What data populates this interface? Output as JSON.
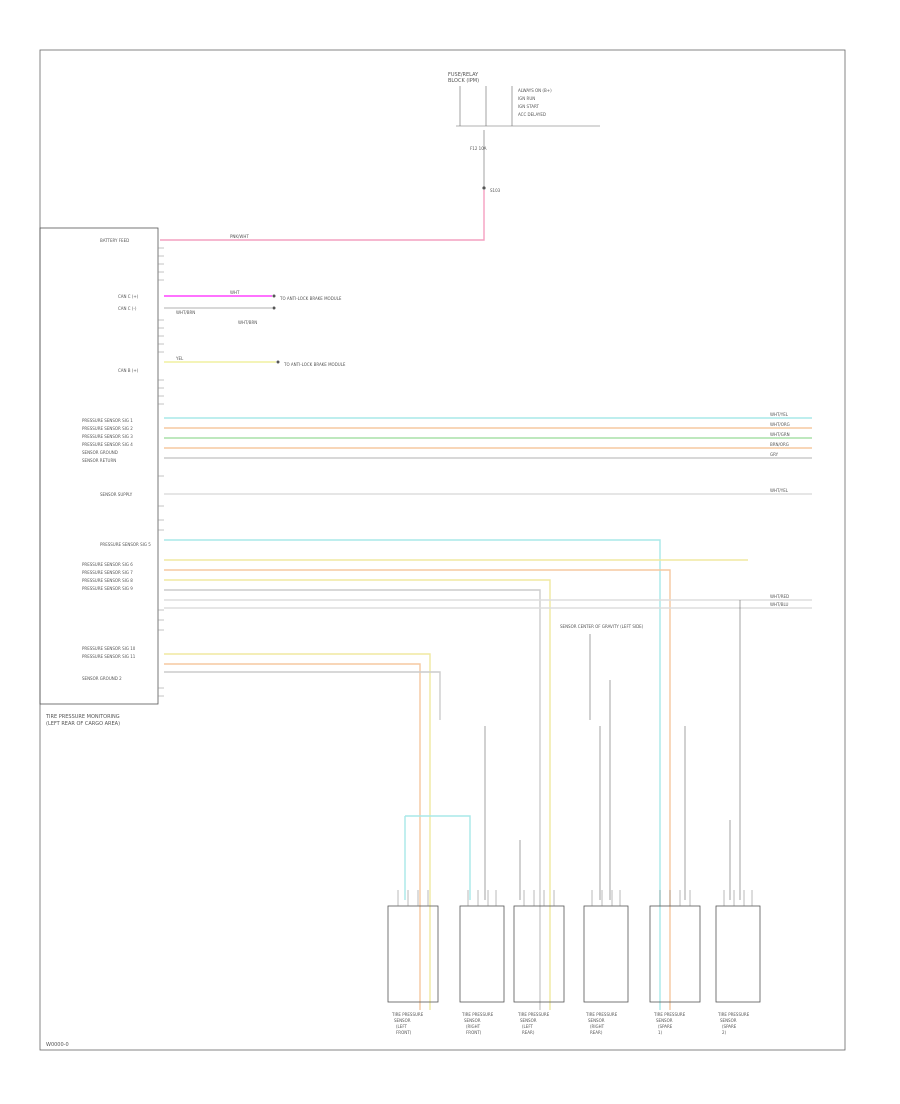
{
  "diagram": {
    "footer_code": "W0000-0",
    "module_label_1": "TIRE PRESSURE MONITORING",
    "module_label_2": "(LEFT REAR OF CARGO AREA)",
    "fuse_block_title_1": "FUSE/RELAY",
    "fuse_block_title_2": "BLOCK (IPM)",
    "fuse_notes": [
      "ALWAYS ON (B+)",
      "IGN RUN",
      "IGN START",
      "ACC DELAYED"
    ],
    "fuse_label": "F12 10A",
    "splice_label": "S103",
    "module_pins": [
      {
        "label": "BATTERY FEED",
        "name": "pin-battery-feed"
      },
      {
        "label": "CAN C (+)",
        "name": "pin-can-c-plus"
      },
      {
        "label": "CAN C (-)",
        "name": "pin-can-c-minus"
      },
      {
        "label": "CAN B (+)",
        "name": "pin-can-b"
      },
      {
        "label": "PRESSURE SENSOR SIG 1",
        "name": "pin-sensor-sig-1"
      },
      {
        "label": "PRESSURE SENSOR SIG 2",
        "name": "pin-sensor-sig-2"
      },
      {
        "label": "PRESSURE SENSOR SIG 3",
        "name": "pin-sensor-sig-3"
      },
      {
        "label": "PRESSURE SENSOR SIG 4",
        "name": "pin-sensor-sig-4"
      },
      {
        "label": "SENSOR GROUND",
        "name": "pin-sensor-ground"
      },
      {
        "label": "SENSOR RETURN",
        "name": "pin-sensor-return"
      },
      {
        "label": "SENSOR SUPPLY",
        "name": "pin-sensor-supply"
      },
      {
        "label": "PRESSURE SENSOR SIG 5",
        "name": "pin-sensor-sig-5"
      },
      {
        "label": "PRESSURE SENSOR SIG 6",
        "name": "pin-sensor-sig-6"
      },
      {
        "label": "PRESSURE SENSOR SIG 7",
        "name": "pin-sensor-sig-7"
      },
      {
        "label": "PRESSURE SENSOR SIG 8",
        "name": "pin-sensor-sig-8"
      },
      {
        "label": "PRESSURE SENSOR SIG 9",
        "name": "pin-sensor-sig-9"
      },
      {
        "label": "PRESSURE SENSOR SIG 10",
        "name": "pin-sensor-sig-10"
      },
      {
        "label": "PRESSURE SENSOR SIG 11",
        "name": "pin-sensor-sig-11"
      },
      {
        "label": "SENSOR GROUND 2",
        "name": "pin-sensor-ground-2"
      }
    ],
    "wire_labels": {
      "battery": "PNK/WHT",
      "can_c_plus": "WHT",
      "can_c_minus": "WHT/BRN",
      "can_b": "YEL"
    },
    "right_destination_labels": [
      "WHT/YEL",
      "WHT/ORG",
      "WHT/GRN",
      "BRN/ORG",
      "GRY",
      "WHT/YEL"
    ],
    "lower_right_labels": [
      "WHT/RED",
      "WHT/BLU"
    ],
    "connector_notes": [
      "TO ANTI-LOCK BRAKE MODULE",
      "TO ANTI-LOCK BRAKE MODULE"
    ],
    "junction_note": "SENSOR CENTER OF GRAVITY (LEFT SIDE)",
    "sensors": [
      {
        "title_1": "TIRE PRESSURE",
        "title_2": "SENSOR",
        "title_3": "(LEFT",
        "title_4": "FRONT)"
      },
      {
        "title_1": "TIRE PRESSURE",
        "title_2": "SENSOR",
        "title_3": "(RIGHT",
        "title_4": "FRONT)"
      },
      {
        "title_1": "TIRE PRESSURE",
        "title_2": "SENSOR",
        "title_3": "(LEFT",
        "title_4": "REAR)"
      },
      {
        "title_1": "TIRE PRESSURE",
        "title_2": "SENSOR",
        "title_3": "(RIGHT",
        "title_4": "REAR)"
      },
      {
        "title_1": "TIRE PRESSURE",
        "title_2": "SENSOR",
        "title_3": "(SPARE",
        "title_4": "1)"
      },
      {
        "title_1": "TIRE PRESSURE",
        "title_2": "SENSOR",
        "title_3": "(SPARE",
        "title_4": "2)"
      }
    ],
    "colors": {
      "battery_wire": "#f4a0c0",
      "can_c_plus_wire": "#ff44ff",
      "can_b_wire": "#f0f0a0",
      "cyan_wire": "#a8e8e8",
      "orange_wire": "#f5c8a0",
      "green_wire": "#a8e0a8",
      "yellow_wire": "#f0e8a0",
      "gray_wire": "#cccccc",
      "frame": "#666666"
    }
  }
}
